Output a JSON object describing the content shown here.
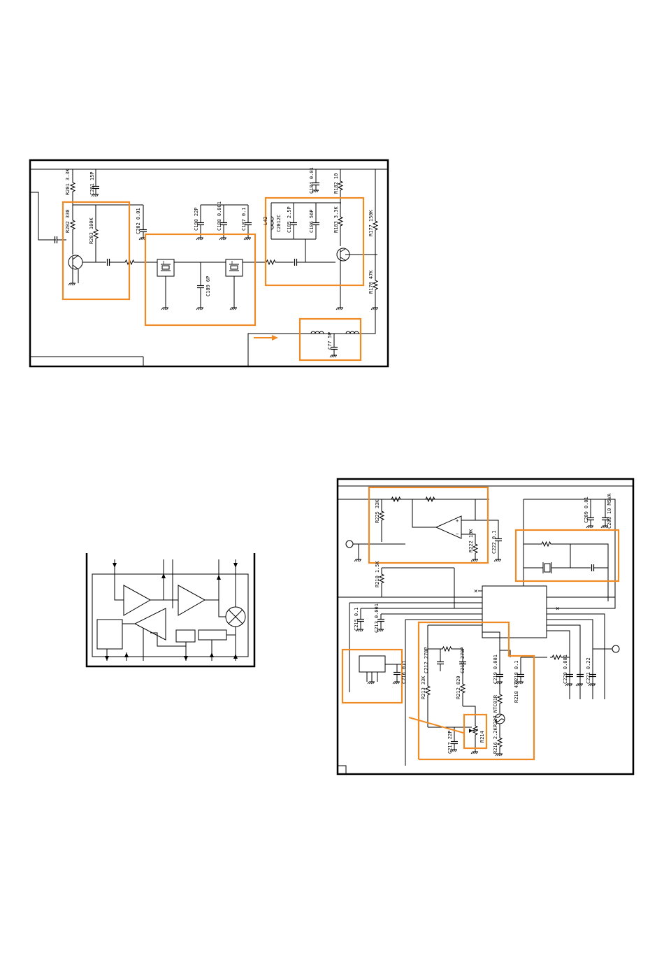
{
  "colors": {
    "highlight": "#f08a24",
    "line": "#000000",
    "background": "#ffffff"
  },
  "panel1": {
    "labels": [
      {
        "ref": "R201",
        "val": "3.3K"
      },
      {
        "ref": "C201",
        "val": "15P"
      },
      {
        "ref": "R202",
        "val": "330"
      },
      {
        "ref": "R203",
        "val": "100K"
      },
      {
        "ref": "C202",
        "val": "0.01"
      },
      {
        "ref": "C190",
        "val": "22P"
      },
      {
        "ref": "C188",
        "val": "0.001"
      },
      {
        "ref": "C187",
        "val": "0.1"
      },
      {
        "ref": "L42",
        "val": ""
      },
      {
        "ref": "C2012C",
        "val": ""
      },
      {
        "ref": "C185",
        "val": "2.5P"
      },
      {
        "ref": "C186",
        "val": "56P"
      },
      {
        "ref": "R183",
        "val": "3.3K"
      },
      {
        "ref": "C184",
        "val": "0.01"
      },
      {
        "ref": "R182",
        "val": "10"
      },
      {
        "ref": "R177",
        "val": "150K"
      },
      {
        "ref": "R178",
        "val": "47K"
      },
      {
        "ref": "C189",
        "val": "6P"
      },
      {
        "ref": "C77",
        "val": "5P"
      }
    ]
  },
  "panel3": {
    "labels": [
      {
        "ref": "R225",
        "val": "33K"
      },
      {
        "ref": "R222",
        "val": "10K"
      },
      {
        "ref": "C222",
        "val": "0.1"
      },
      {
        "ref": "C209",
        "val": "0.01"
      },
      {
        "ref": "C208",
        "val": "10 M5VA"
      },
      {
        "ref": "R210",
        "val": "1.5K"
      },
      {
        "ref": "C215",
        "val": "0.1"
      },
      {
        "ref": "C213",
        "val": "0.001"
      },
      {
        "ref": "C212",
        "val": "270P"
      },
      {
        "ref": "C211",
        "val": "270P"
      },
      {
        "ref": "C219",
        "val": "0.001"
      },
      {
        "ref": "C218",
        "val": "0.1"
      },
      {
        "ref": "C220",
        "val": "0.001"
      },
      {
        "ref": "C221",
        "val": "0.22"
      },
      {
        "ref": "C216",
        "val": "0.1"
      },
      {
        "ref": "R213",
        "val": "33K"
      },
      {
        "ref": "R212",
        "val": "820"
      },
      {
        "ref": "R218",
        "val": "47K"
      },
      {
        "ref": "R217",
        "val": "NTC01R"
      },
      {
        "ref": "R214",
        "val": ""
      },
      {
        "ref": "R216",
        "val": "2.2K"
      },
      {
        "ref": "C217",
        "val": "22P"
      }
    ]
  }
}
